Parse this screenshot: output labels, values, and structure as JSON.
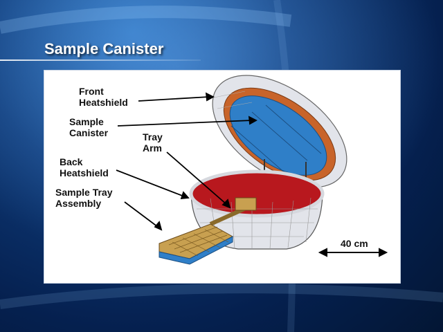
{
  "slide": {
    "title": "Sample Canister"
  },
  "diagram": {
    "labels": {
      "front_heatshield_l1": "Front",
      "front_heatshield_l2": "Heatshield",
      "sample_canister_l1": "Sample",
      "sample_canister_l2": "Canister",
      "tray_arm_l1": "Tray",
      "tray_arm_l2": "Arm",
      "back_heatshield_l1": "Back",
      "back_heatshield_l2": "Heatshield",
      "sample_tray_l1": "Sample Tray",
      "sample_tray_l2": "Assembly",
      "scale": "40 cm"
    }
  },
  "colors": {
    "heatshield": "#e2e4ea",
    "canister_blue": "#2f7fc8",
    "interior_red": "#b8181e",
    "rim_orange": "#c8642a",
    "tray_gold": "#c8a050"
  }
}
